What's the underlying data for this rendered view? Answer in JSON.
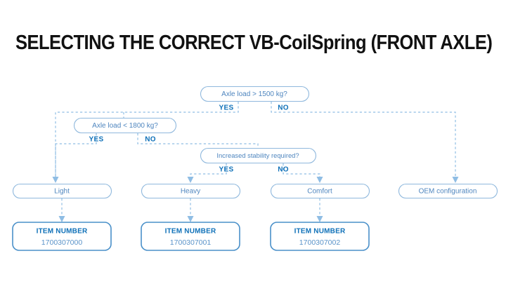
{
  "title": "SELECTING THE CORRECT VB-CoilSpring (FRONT AXLE)",
  "colors": {
    "title": "#111111",
    "node_border": "#8fb8dd",
    "node_border_strong": "#4a90c9",
    "node_text": "#4f86bf",
    "branch_text": "#0e70b8",
    "connector": "#8fbde4",
    "background": "#ffffff"
  },
  "flow": {
    "decisions": [
      {
        "id": "decision-axle-load-1500",
        "question": "Axle load > 1500 kg?",
        "yes_label": "YES",
        "no_label": "NO"
      },
      {
        "id": "decision-axle-load-1800",
        "question": "Axle load < 1800 kg?",
        "yes_label": "YES",
        "no_label": "NO"
      },
      {
        "id": "decision-increased-stability",
        "question": "Increased stability required?",
        "yes_label": "YES",
        "no_label": "NO"
      }
    ],
    "results": [
      {
        "id": "result-light",
        "label": "Light"
      },
      {
        "id": "result-heavy",
        "label": "Heavy"
      },
      {
        "id": "result-comfort",
        "label": "Comfort"
      },
      {
        "id": "result-oem",
        "label": "OEM configuration"
      }
    ],
    "items": [
      {
        "id": "item-light",
        "heading": "ITEM NUMBER",
        "number": "1700307000"
      },
      {
        "id": "item-heavy",
        "heading": "ITEM NUMBER",
        "number": "1700307001"
      },
      {
        "id": "item-comfort",
        "heading": "ITEM NUMBER",
        "number": "1700307002"
      }
    ]
  }
}
